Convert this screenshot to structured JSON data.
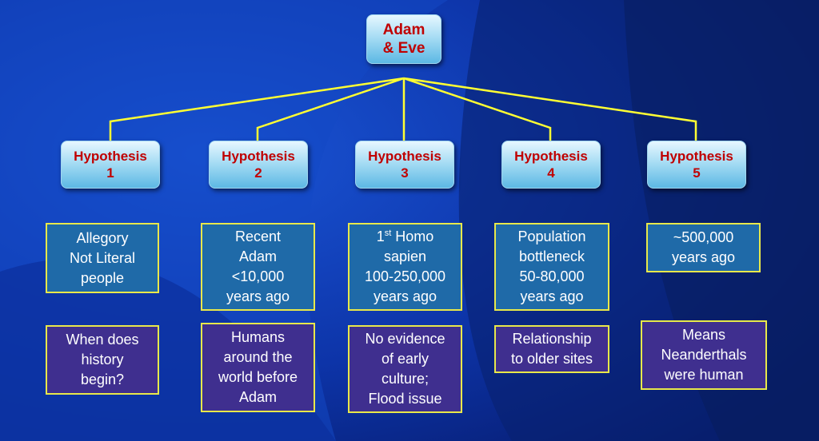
{
  "root": {
    "line1": "Adam",
    "line2": "& Eve"
  },
  "hypotheses": [
    {
      "title": "Hypothesis",
      "number": "1",
      "info": [
        "Allegory",
        "Not Literal",
        "people"
      ],
      "note": [
        "When does",
        "history",
        "begin?"
      ]
    },
    {
      "title": "Hypothesis",
      "number": "2",
      "info": [
        "Recent",
        "Adam",
        "<10,000",
        "years ago"
      ],
      "note": [
        "Humans",
        "around the",
        "world before",
        "Adam"
      ]
    },
    {
      "title": "Hypothesis",
      "number": "3",
      "info_sup": {
        "base": "1",
        "sup": "st",
        "rest": " Homo"
      },
      "info": [
        "sapien",
        "100-250,000",
        "years ago"
      ],
      "note": [
        "No evidence",
        "of early",
        "culture;",
        "Flood issue"
      ]
    },
    {
      "title": "Hypothesis",
      "number": "4",
      "info": [
        "Population",
        "bottleneck",
        "50-80,000",
        "years ago"
      ],
      "note": [
        "Relationship",
        "to older sites"
      ]
    },
    {
      "title": "Hypothesis",
      "number": "5",
      "info": [
        "~500,000",
        "years ago"
      ],
      "note": [
        "Means",
        "Neanderthals",
        "were human"
      ]
    }
  ],
  "colors": {
    "background": "#0b2a8f",
    "connector": "#ffff33",
    "node_text": "#c00000",
    "info_box": "#1f6aa8",
    "note_box": "#3f2f8f",
    "box_border": "#e8e84a"
  }
}
